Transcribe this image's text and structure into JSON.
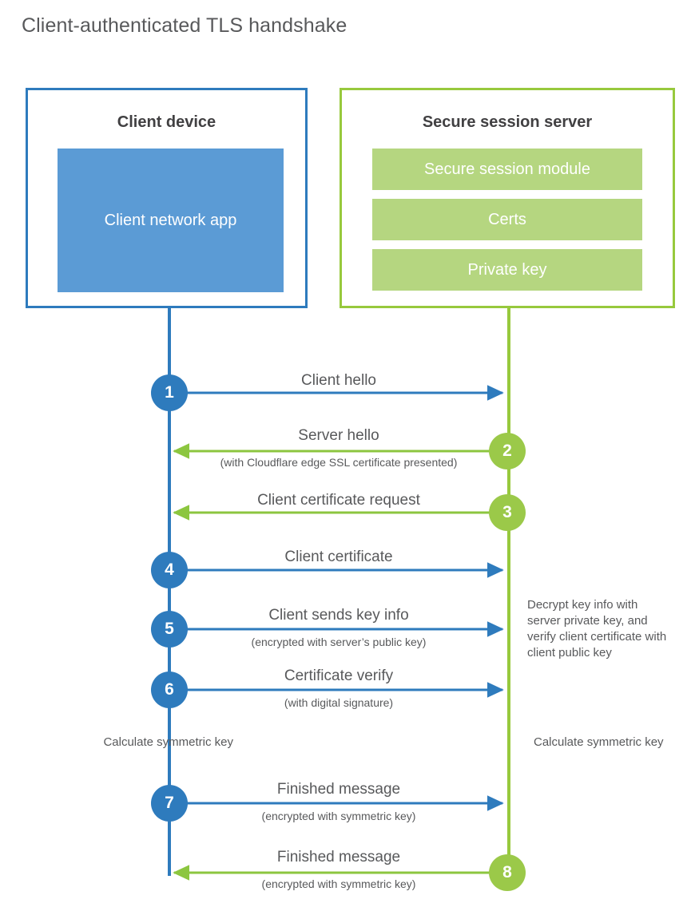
{
  "title": "Client-authenticated TLS handshake",
  "colors": {
    "client_accent": "#2e7bbd",
    "client_app_fill": "#5b9bd5",
    "server_accent": "#97c93d",
    "server_bar_fill": "#b5d680",
    "step_green": "#9bc949",
    "text": "#58595b",
    "heading": "#414042"
  },
  "client": {
    "title": "Client device",
    "app_label": "Client network app"
  },
  "server": {
    "title": "Secure session server",
    "bars": [
      "Secure session module",
      "Certs",
      "Private key"
    ]
  },
  "steps": [
    {
      "number": "1",
      "label": "Client hello",
      "sublabel": "",
      "direction": "client-to-server",
      "color": "blue"
    },
    {
      "number": "2",
      "label": "Server hello",
      "sublabel": "(with Cloudflare edge SSL certificate presented)",
      "direction": "server-to-client",
      "color": "green"
    },
    {
      "number": "3",
      "label": "Client certificate request",
      "sublabel": "",
      "direction": "server-to-client",
      "color": "green"
    },
    {
      "number": "4",
      "label": "Client certificate",
      "sublabel": "",
      "direction": "client-to-server",
      "color": "blue"
    },
    {
      "number": "5",
      "label": "Client sends key info",
      "sublabel": "(encrypted with server’s public key)",
      "direction": "client-to-server",
      "color": "blue"
    },
    {
      "number": "6",
      "label": "Certificate verify",
      "sublabel": "(with digital signature)",
      "direction": "client-to-server",
      "color": "blue"
    },
    {
      "number": "7",
      "label": "Finished message",
      "sublabel": "(encrypted with symmetric key)",
      "direction": "client-to-server",
      "color": "blue"
    },
    {
      "number": "8",
      "label": "Finished message",
      "sublabel": "(encrypted with symmetric key)",
      "direction": "server-to-client",
      "color": "green"
    }
  ],
  "notes": {
    "server_decrypt": "Decrypt key info with server private key, and verify client certificate with client public key",
    "client_calculate": "Calculate symmetric key",
    "server_calculate": "Calculate symmetric key"
  }
}
